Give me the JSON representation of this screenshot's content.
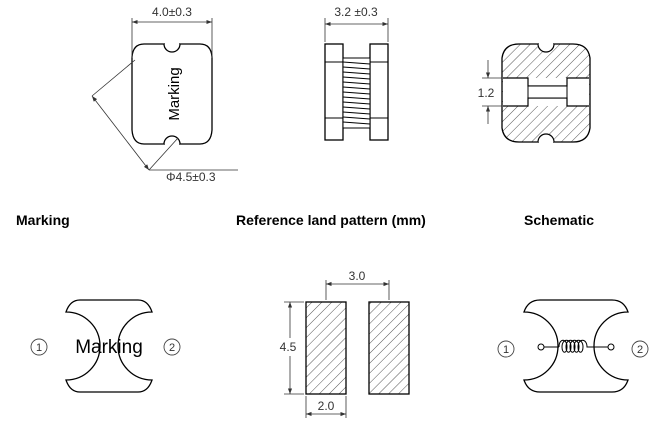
{
  "dims": {
    "top_width": "4.0±0.3",
    "side_width": "3.2 ±0.3",
    "slot_gap": "1.2",
    "diameter": "Φ4.5±0.3",
    "pad_spacing": "3.0",
    "pad_height": "4.5",
    "pad_width": "2.0"
  },
  "headings": {
    "marking": "Marking",
    "land_pattern": "Reference land pattern (mm)",
    "schematic": "Schematic"
  },
  "labels": {
    "marking_rotated": "Marking",
    "marking_front": "Marking",
    "pin1_marking": "1",
    "pin2_marking": "2",
    "pin1_schematic": "1",
    "pin2_schematic": "2"
  }
}
